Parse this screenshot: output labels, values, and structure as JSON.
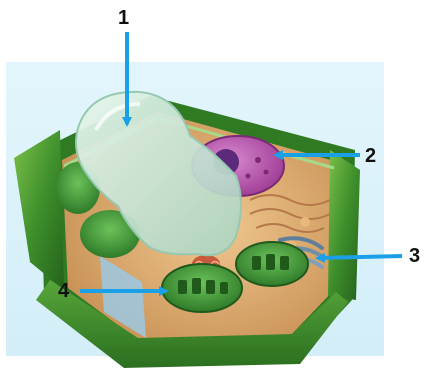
{
  "labels": {
    "one": "1",
    "two": "2",
    "three": "3",
    "four": "4"
  },
  "colors": {
    "background_panel": "#dff3fb",
    "arrow": "#1aa0e6",
    "cell_wall": "#3f8f2c",
    "cell_wall_dark": "#23621a",
    "cell_wall_light": "#7cc24a",
    "cytoplasm": "#d7a66a",
    "vacuole": "#cfe9d7",
    "nucleus": "#b04aa6",
    "nucleolus": "#5b2a7a",
    "chloroplast": "#3a8f32",
    "mitochondrion": "#c85a3c",
    "golgi": "#5f7f9c"
  },
  "icons": {
    "cell": "plant-cell-illustration"
  }
}
